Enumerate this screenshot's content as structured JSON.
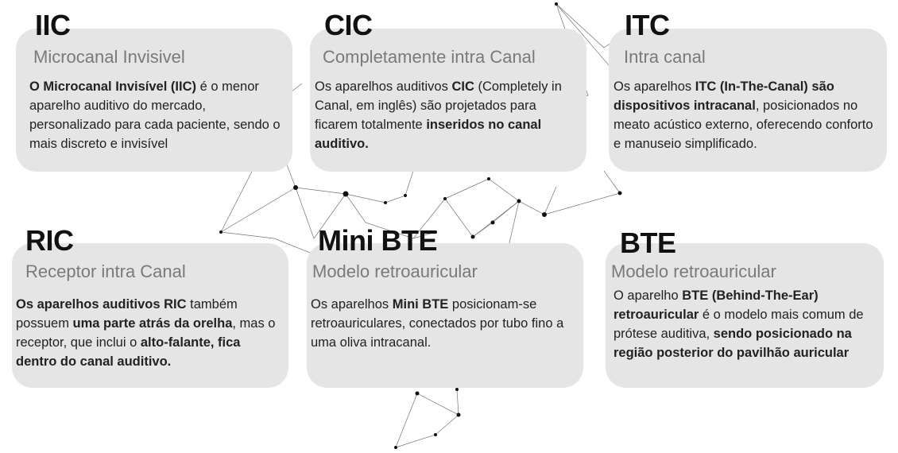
{
  "cards": [
    {
      "code": "IIC",
      "subtitle": "Microcanal Invisivel",
      "description": [
        {
          "t": "O Microcanal Invisível (IIC)",
          "b": true
        },
        {
          "t": " é o menor aparelho auditivo do mercado, personalizado para cada paciente, sendo o mais discreto e invisível",
          "b": false
        }
      ]
    },
    {
      "code": "CIC",
      "subtitle": "Completamente intra Canal",
      "description": [
        {
          "t": "Os aparelhos auditivos ",
          "b": false
        },
        {
          "t": "CIC",
          "b": true
        },
        {
          "t": " (Completely in Canal, em inglês) são projetados para ficarem totalmente ",
          "b": false
        },
        {
          "t": "inseridos no canal auditivo.",
          "b": true
        }
      ]
    },
    {
      "code": "ITC",
      "subtitle": "Intra canal",
      "description": [
        {
          "t": "Os aparelhos ",
          "b": false
        },
        {
          "t": "ITC (In-The-Canal) são dispositivos intracanal",
          "b": true
        },
        {
          "t": ", posicionados no meato acústico externo, oferecendo conforto e manuseio simplificado.",
          "b": false
        }
      ]
    },
    {
      "code": "RIC",
      "subtitle": "Receptor intra Canal",
      "description": [
        {
          "t": "Os aparelhos auditivos RIC",
          "b": true
        },
        {
          "t": " também possuem ",
          "b": false
        },
        {
          "t": "uma parte atrás da orelha",
          "b": true
        },
        {
          "t": ", mas o receptor, que inclui o ",
          "b": false
        },
        {
          "t": "alto-falante, fica dentro do canal auditivo.",
          "b": true
        }
      ]
    },
    {
      "code": "Mini BTE",
      "subtitle": "Modelo retroauricular",
      "description": [
        {
          "t": "Os aparelhos ",
          "b": false
        },
        {
          "t": "Mini BTE",
          "b": true
        },
        {
          "t": " posicionam-se retroauriculares, conectados por tubo fino a uma oliva intracanal.",
          "b": false
        }
      ]
    },
    {
      "code": "BTE",
      "subtitle": "Modelo retroauricular",
      "description": [
        {
          "t": "O aparelho ",
          "b": false
        },
        {
          "t": "BTE (Behind-The-Ear) retroauricular",
          "b": true
        },
        {
          "t": " é o modelo mais comum de prótese auditiva, ",
          "b": false
        },
        {
          "t": "sendo posicionado na região posterior do pavilhão auricular",
          "b": true
        }
      ]
    }
  ],
  "colors": {
    "card_bg": "#e5e5e5",
    "subtitle": "#7a7a7a",
    "code": "#111111",
    "network": "#333333"
  }
}
